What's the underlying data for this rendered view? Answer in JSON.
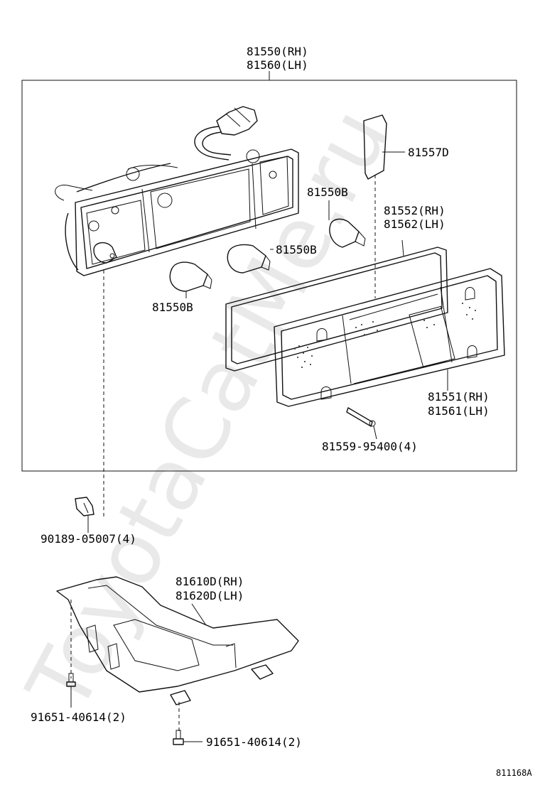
{
  "watermark": "ToyotaCatMe.ru",
  "diagram_code": "811168A",
  "callouts": {
    "assembly_rh": "81550(RH)",
    "assembly_lh": "81560(LH)",
    "reflector": "81557D",
    "bulb_upper": "81550B",
    "bulb_middle": "81550B",
    "bulb_left": "81550B",
    "gasket_rh": "81552(RH)",
    "gasket_lh": "81562(LH)",
    "lens_rh": "81551(RH)",
    "lens_lh": "81561(LH)",
    "lens_screw": "81559-95400(4)",
    "nut": "90189-05007(4)",
    "bracket_rh": "81610D(RH)",
    "bracket_lh": "81620D(LH)",
    "bolt_upper": "91651-40614(2)",
    "bolt_lower": "91651-40614(2)"
  }
}
